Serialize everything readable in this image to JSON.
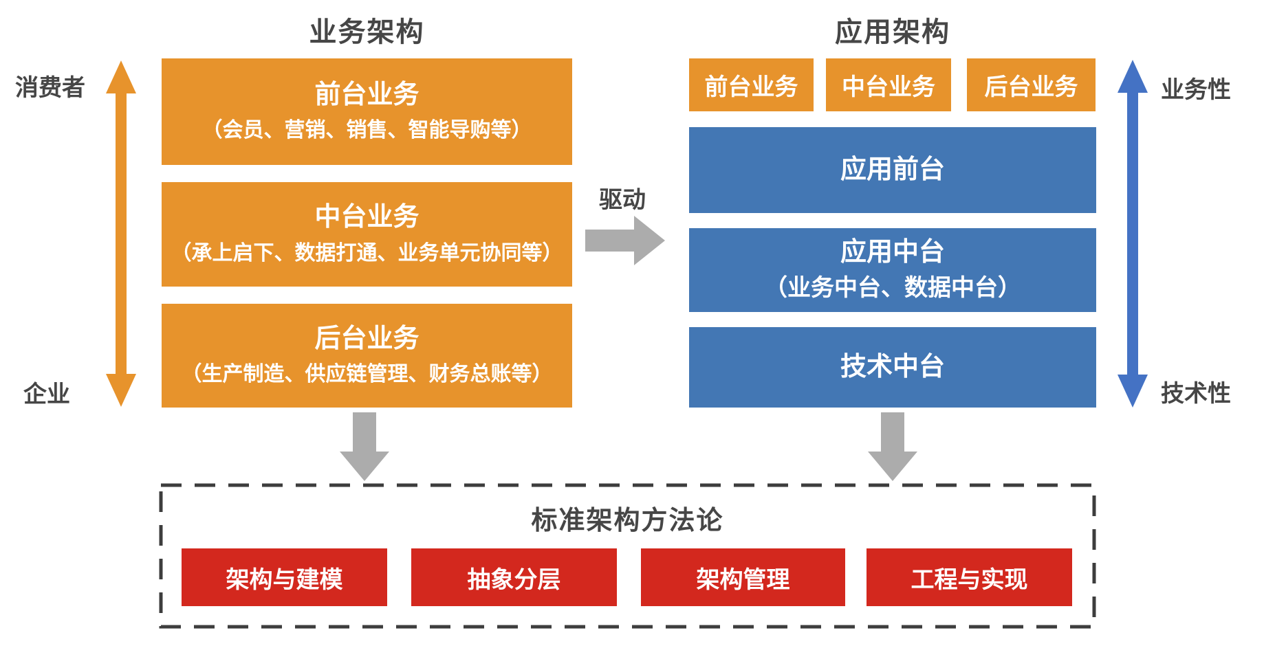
{
  "business": {
    "title": "业务架构",
    "top_label": "消费者",
    "bottom_label": "企业",
    "boxes": [
      {
        "title": "前台业务",
        "subtitle": "（会员、营销、销售、智能导购等）"
      },
      {
        "title": "中台业务",
        "subtitle": "（承上启下、数据打通、业务单元协同等）"
      },
      {
        "title": "后台业务",
        "subtitle": "（生产制造、供应链管理、财务总账等）"
      }
    ]
  },
  "drive": {
    "label": "驱动"
  },
  "application": {
    "title": "应用架构",
    "top_label": "业务性",
    "bottom_label": "技术性",
    "small_boxes": [
      "前台业务",
      "中台业务",
      "后台业务"
    ],
    "boxes": [
      {
        "title": "应用前台",
        "subtitle": ""
      },
      {
        "title": "应用中台",
        "subtitle": "（业务中台、数据中台）"
      },
      {
        "title": "技术中台",
        "subtitle": ""
      }
    ]
  },
  "methodology": {
    "title": "标准架构方法论",
    "items": [
      "架构与建模",
      "抽象分层",
      "架构管理",
      "工程与实现"
    ]
  },
  "colors": {
    "orange": "#E7932C",
    "blue_box": "#4377B4",
    "blue_arrow": "#4472C4",
    "red": "#D3281E",
    "gray_arrow": "#ACACAC",
    "dashed_border": "#3D3D3D",
    "text_dark": "#464646"
  }
}
